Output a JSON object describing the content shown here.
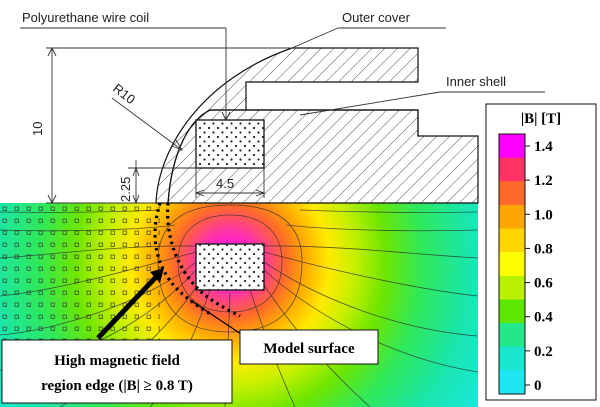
{
  "labels": {
    "coil": "Polyurethane wire coil",
    "outer_cover": "Outer cover",
    "inner_shell": "Inner shell",
    "radius": "R10",
    "dim_10": "10",
    "dim_2_25": "2.25",
    "dim_4_5": "4.5",
    "edge_line1": "High magnetic field",
    "edge_line2": "region edge (|B| ≥ 0.8 T)",
    "model_surface": "Model surface"
  },
  "colorbar": {
    "title": "|B| [T]",
    "ticks": [
      "1.4",
      "1.2",
      "1.0",
      "0.8",
      "0.6",
      "0.4",
      "0.2",
      "0"
    ],
    "colors": [
      "#ff00ff",
      "#ff3366",
      "#ff6a2a",
      "#ffa500",
      "#ffd600",
      "#ffff00",
      "#b8f000",
      "#5ce600",
      "#22e88a",
      "#19e6cc",
      "#1ee6f0"
    ]
  }
}
